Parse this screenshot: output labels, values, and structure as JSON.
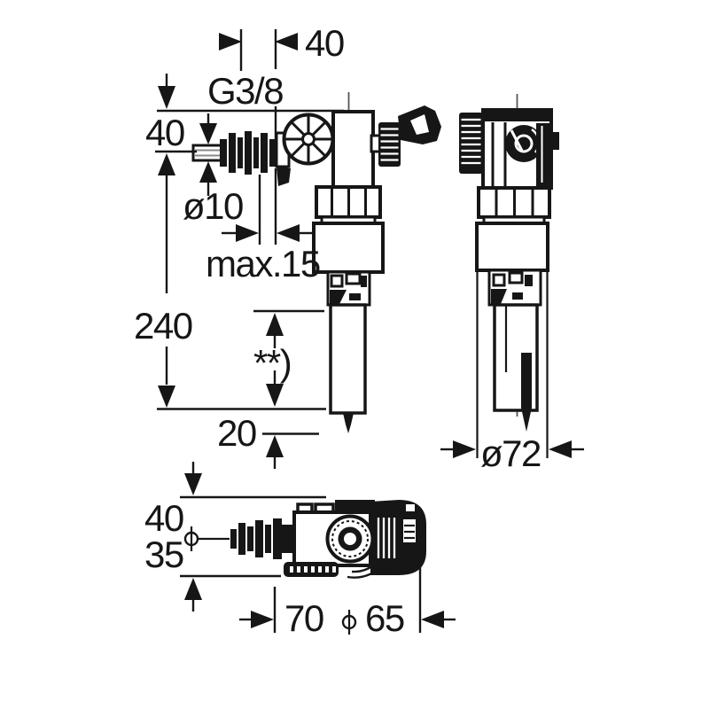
{
  "drawing": {
    "type": "technical-dimension-drawing",
    "subject": "cistern-filling-valve",
    "colors": {
      "line": "#161616",
      "background": "#ffffff",
      "centerline": "#555555"
    },
    "dims": {
      "width_top": "40",
      "thread_size": "G3/8",
      "inlet_offset": "40",
      "inlet_pipe_dia": "ø10",
      "wall_thickness": "max.15",
      "overall_height": "240",
      "adjust_note": "**)",
      "tip_clearance": "20",
      "body_dia": "ø72",
      "depth_top": "40",
      "depth_bottom": "35",
      "length_front": "70",
      "length_back": "65"
    }
  }
}
